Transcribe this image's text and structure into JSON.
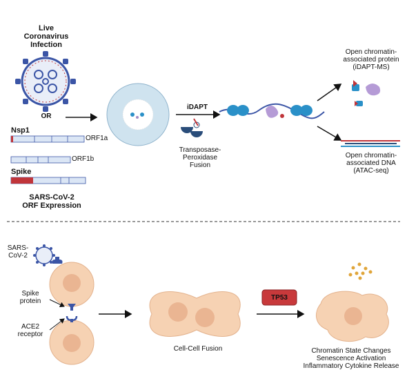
{
  "top_panel": {
    "live_infection": [
      "Live",
      "Coronavirus",
      "Infection"
    ],
    "or_label": "OR",
    "nsp1_label": "Nsp1",
    "orf1a_label": "ORF1a",
    "orf1b_label": "ORF1b",
    "spike_label": "Spike",
    "orf_expression": [
      "SARS-CoV-2",
      "ORF Expression"
    ],
    "idapt_label": "iDAPT",
    "fusion_label": [
      "Transposase-",
      "Peroxidase",
      "Fusion"
    ],
    "protein_output": [
      "Open chromatin-",
      "associated protein",
      "(iDAPT-MS)"
    ],
    "dna_output": [
      "Open chromatin-",
      "associated DNA",
      "(ATAC-seq)"
    ]
  },
  "bottom_panel": {
    "sars_label": [
      "SARS-",
      "CoV-2"
    ],
    "spike_protein_label": [
      "Spike",
      "protein"
    ],
    "ace2_label": [
      "ACE2",
      "receptor"
    ],
    "fusion_caption": "Cell-Cell Fusion",
    "tp53_label": "TP53",
    "outcomes": [
      "Chromatin State Changes",
      "Senescence Activation",
      "Inflammatory Cytokine Release"
    ]
  },
  "colors": {
    "virus_blue": "#3b55a6",
    "cell_fill": "#f6d2b3",
    "nucleus_fill": "#cfe3ef",
    "tp53_fill": "#c8393b",
    "spike_red": "#c0353a"
  }
}
